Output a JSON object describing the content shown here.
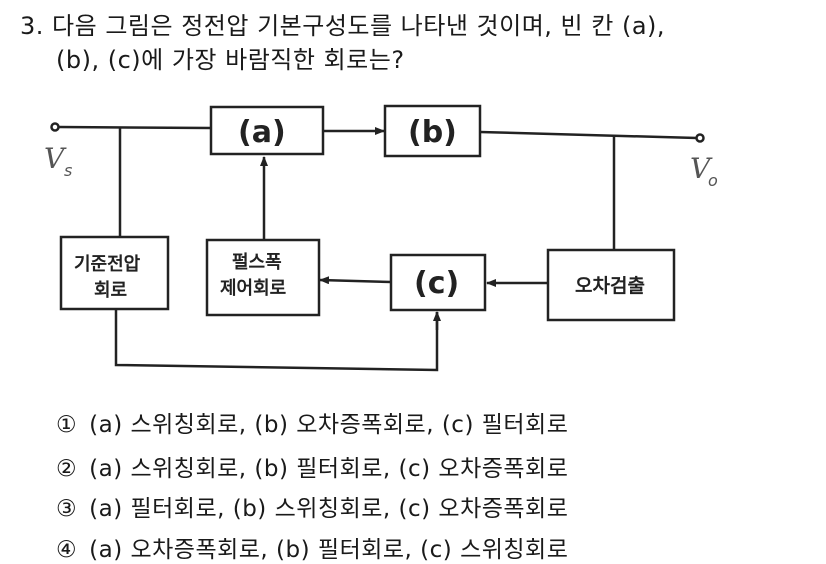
{
  "question": {
    "number": "3.",
    "line1": "다음 그림은 정전압 기본구성도를 나타낸 것이며, 빈 칸 (a),",
    "line2": "(b), (c)에 가장 바람직한 회로는?"
  },
  "diagram": {
    "input_label": "V",
    "input_sub": "s",
    "output_label": "V",
    "output_sub": "o",
    "box_a": "(a)",
    "box_b": "(b)",
    "box_c": "(c)",
    "ref_voltage_line1": "기준전압",
    "ref_voltage_line2": "회로",
    "pwm_line1": "펄스폭",
    "pwm_line2": "제어회로",
    "error_detect": "오차검출"
  },
  "options": [
    {
      "num": "①",
      "text": "(a) 스위칭회로, (b) 오차증폭회로, (c) 필터회로"
    },
    {
      "num": "②",
      "text": "(a) 스위칭회로, (b) 필터회로, (c) 오차증폭회로"
    },
    {
      "num": "③",
      "text": "(a) 필터회로, (b) 스위칭회로, (c) 오차증폭회로"
    },
    {
      "num": "④",
      "text": "(a) 오차증폭회로, (b) 필터회로, (c) 스위칭회로"
    }
  ]
}
